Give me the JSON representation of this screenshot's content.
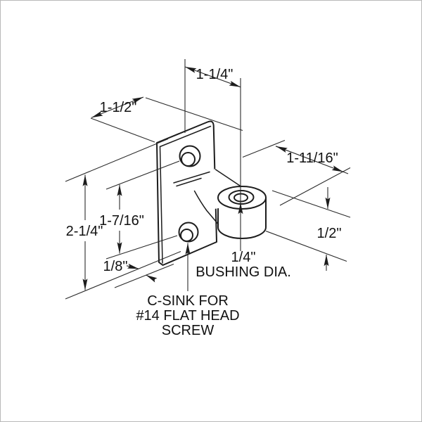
{
  "drawing": {
    "title": "Pivot bracket isometric dimensioned drawing",
    "line_color": "#1c1c1c",
    "background_color": "#ffffff",
    "dimensions": {
      "bushing_center_offset": "1-1/4\"",
      "plate_width": "1-1/2\"",
      "arm_projection": "1-11/16\"",
      "plate_height": "2-1/4\"",
      "hole_spacing": "1-7/16\"",
      "plate_thickness": "1/8\"",
      "bushing_height": "1/2\"",
      "bushing_dia_value": "1/4\"",
      "bushing_dia_label": "BUSHING DIA."
    },
    "notes": {
      "csink_line1": "C-SINK FOR",
      "csink_line2": "#14 FLAT HEAD",
      "csink_line3": "SCREW"
    }
  }
}
